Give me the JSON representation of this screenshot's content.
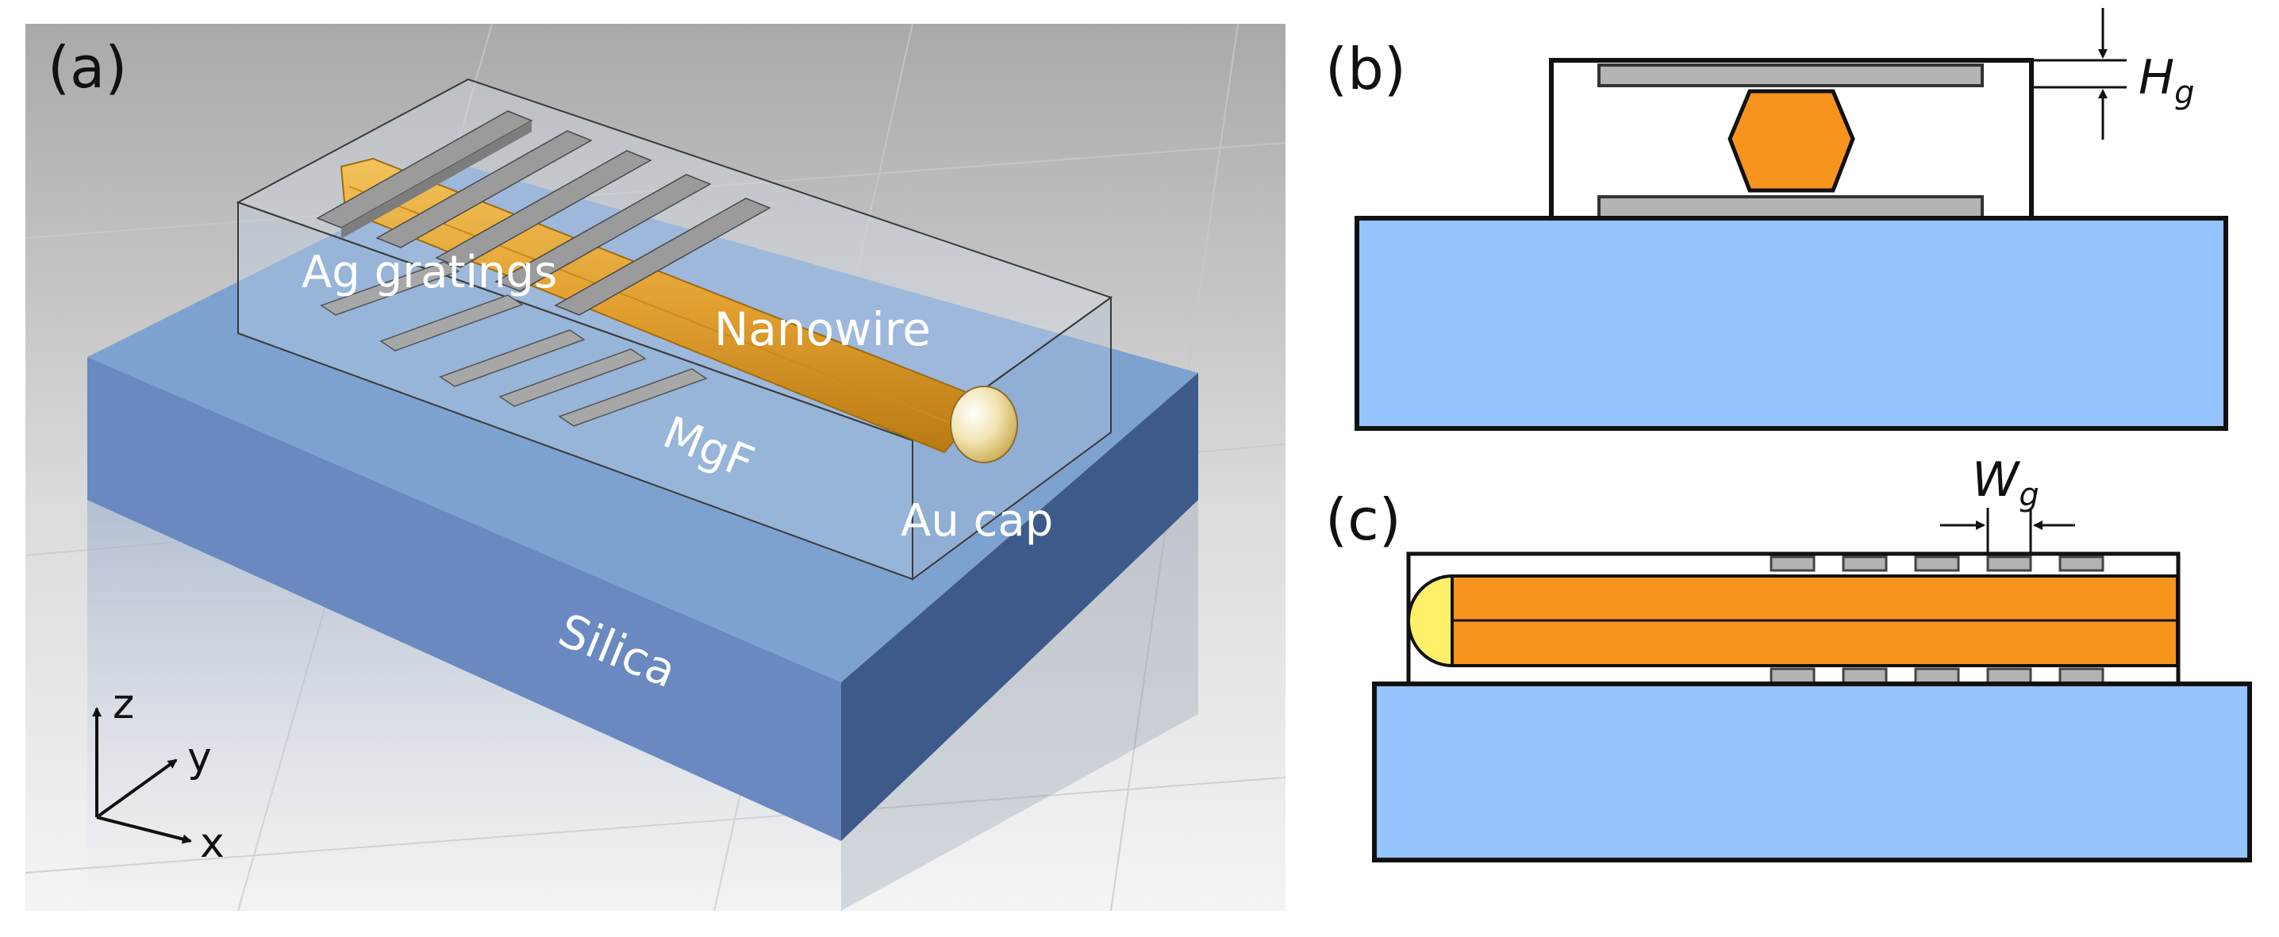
{
  "panels": {
    "a": {
      "tag": "(a)",
      "labels": {
        "gratings": "Ag gratings",
        "nanowire": "Nanowire",
        "cladding": "MgF",
        "cap": "Au cap",
        "substrate": "Silica"
      },
      "axes": {
        "z": "z",
        "y": "y",
        "x": "x"
      }
    },
    "b": {
      "tag": "(b)",
      "dimension": {
        "symbol": "H",
        "subscript": "g"
      }
    },
    "c": {
      "tag": "(c)",
      "dimension": {
        "symbol": "W",
        "subscript": "g"
      }
    }
  },
  "colors": {
    "silica": "#95c3fd",
    "silica_3d_top": "#7fa4cf",
    "silica_3d_front": "#6f8fc3",
    "silica_3d_side": "#3f5a8c",
    "nanowire": "#f7941d",
    "nanowire_3d": "#e9a83a",
    "grating": "#b3b3b3",
    "au_cap": "#fff06a",
    "outline": "#111111"
  }
}
